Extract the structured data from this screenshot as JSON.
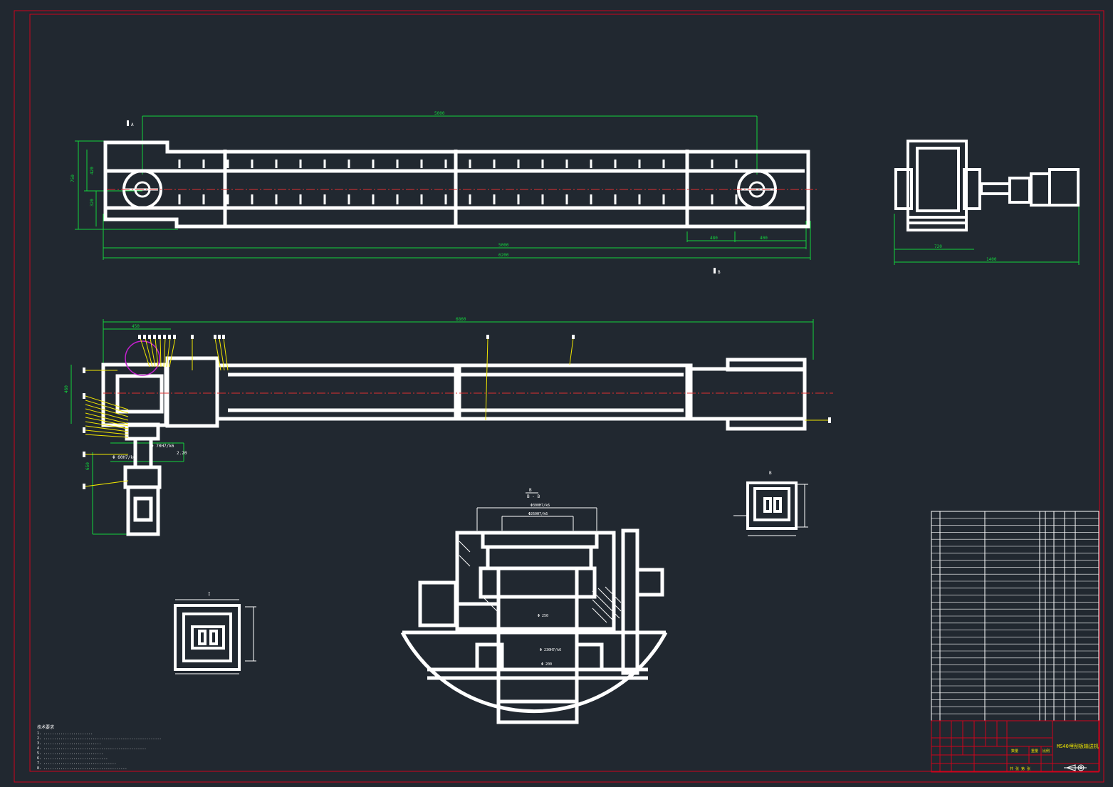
{
  "colors": {
    "background": "#212830",
    "border": "#d0021b",
    "linework": "#ffffff",
    "dimension": "#12d33c",
    "centerline": "#e0312f",
    "leader": "#f1e600",
    "circle_marker": "#c51fd0",
    "title_text": "#f1e600"
  },
  "labels": {
    "section_a_marker": "A",
    "section_b_marker": "B",
    "section_view_label": "B - B",
    "detail_view_label_right": "B",
    "detail_view_label_left": "I"
  },
  "notes": {
    "heading": "技术要求",
    "lines": [
      "1. .......................",
      "2. .......................................................",
      "3. ...........................",
      "4. ................................................",
      "5. ............................",
      "6. ..............................",
      "7. ..................................",
      "8. ......................................."
    ]
  },
  "parts_list": {
    "rows": 30
  },
  "title_block": {
    "drawing_title": "MS40埋刮板输送机",
    "quantity_label": "数量",
    "weight_label": "重量",
    "scale_label": "比例",
    "sheet_label": "共 张 第 张"
  },
  "icons": {
    "projection_symbol": "first-angle-projection-icon"
  }
}
